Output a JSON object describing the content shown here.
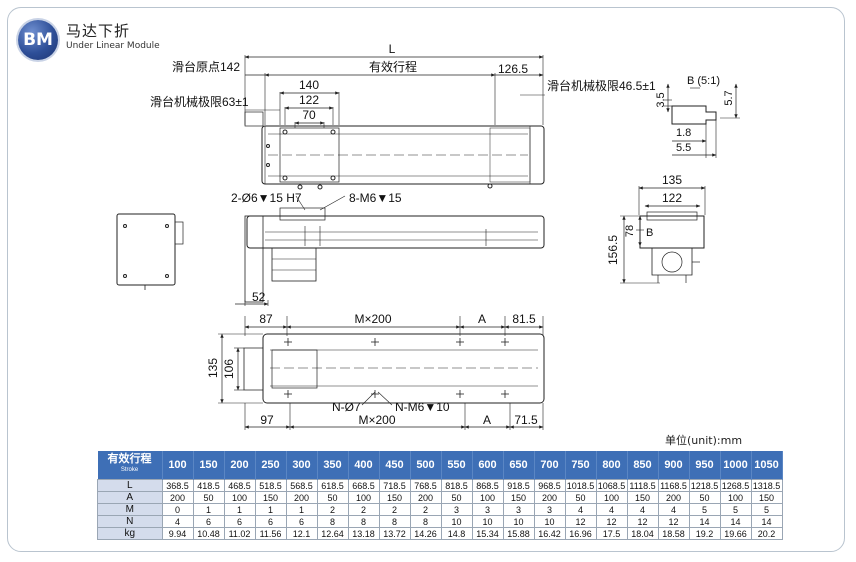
{
  "brand": {
    "logo_text": "BM",
    "name_cn": "马达下折",
    "name_en": "Under Linear Module"
  },
  "top_view": {
    "L": "L",
    "effective_stroke": "有效行程",
    "slide_origin": "滑台原点142",
    "d140": "140",
    "d122": "122",
    "d70": "70",
    "d126_5": "126.5",
    "limit_right": "滑台机械极限46.5±1",
    "limit_left": "滑台机械极限63±1"
  },
  "side_view": {
    "hole_callout": "2-Ø6▼15 H7",
    "thread_callout": "8-M6▼15",
    "d52": "52"
  },
  "detail_b": {
    "title": "B (5:1)",
    "d3_5": "3.5",
    "d5_7": "5.7",
    "d1_8": "1.8",
    "d5_5": "5.5"
  },
  "end_view": {
    "d135": "135",
    "d122": "122",
    "d78": "78",
    "d156_5": "156.5",
    "b_mark": "B"
  },
  "bottom_view": {
    "d87": "87",
    "mx200_top": "M×200",
    "a_top": "A",
    "d81_5": "81.5",
    "d135": "135",
    "d106": "106",
    "n_hole": "N-Ø7",
    "n_thread": "N-M6▼10",
    "d97": "97",
    "mx200_bot": "M×200",
    "a_bot": "A",
    "d71_5": "71.5"
  },
  "unit_label": "单位(unit):mm",
  "spec_table": {
    "header_cn": "有效行程",
    "header_en": "Stroke",
    "strokes": [
      "100",
      "150",
      "200",
      "250",
      "300",
      "350",
      "400",
      "450",
      "500",
      "550",
      "600",
      "650",
      "700",
      "750",
      "800",
      "850",
      "900",
      "950",
      "1000",
      "1050"
    ],
    "rows": [
      {
        "label": "L",
        "values": [
          "368.5",
          "418.5",
          "468.5",
          "518.5",
          "568.5",
          "618.5",
          "668.5",
          "718.5",
          "768.5",
          "818.5",
          "868.5",
          "918.5",
          "968.5",
          "1018.5",
          "1068.5",
          "1118.5",
          "1168.5",
          "1218.5",
          "1268.5",
          "1318.5"
        ]
      },
      {
        "label": "A",
        "values": [
          "200",
          "50",
          "100",
          "150",
          "200",
          "50",
          "100",
          "150",
          "200",
          "50",
          "100",
          "150",
          "200",
          "50",
          "100",
          "150",
          "200",
          "50",
          "100",
          "150"
        ]
      },
      {
        "label": "M",
        "values": [
          "0",
          "1",
          "1",
          "1",
          "1",
          "2",
          "2",
          "2",
          "2",
          "3",
          "3",
          "3",
          "3",
          "4",
          "4",
          "4",
          "4",
          "5",
          "5",
          "5"
        ]
      },
      {
        "label": "N",
        "values": [
          "4",
          "6",
          "6",
          "6",
          "6",
          "8",
          "8",
          "8",
          "8",
          "10",
          "10",
          "10",
          "10",
          "12",
          "12",
          "12",
          "12",
          "14",
          "14",
          "14"
        ]
      },
      {
        "label": "kg",
        "values": [
          "9.94",
          "10.48",
          "11.02",
          "11.56",
          "12.1",
          "12.64",
          "13.18",
          "13.72",
          "14.26",
          "14.8",
          "15.34",
          "15.88",
          "16.42",
          "16.96",
          "17.5",
          "18.04",
          "18.58",
          "19.2",
          "19.66",
          "20.2"
        ]
      }
    ]
  }
}
